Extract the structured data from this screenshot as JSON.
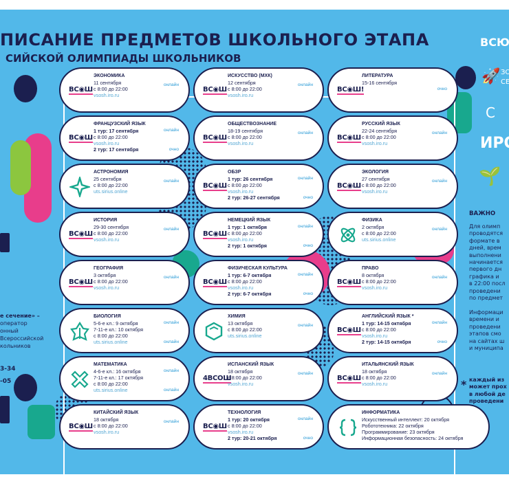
{
  "header": {
    "title": "ПИСАНИЕ ПРЕДМЕТОВ ШКОЛЬНОГО ЭТАПА",
    "subtitle": "СИЙСКОЙ ОЛИМПИАДЫ ШКОЛЬНИКОВ"
  },
  "brand": {
    "top": "ВСЮ",
    "mid1": "ЗО",
    "mid2": "СЕ",
    "sirius": "С",
    "iro": "ИРО"
  },
  "important": {
    "heading": "ВАЖНО",
    "lines": [
      "Для олимп",
      "проводятся",
      "формате в",
      "дней, врем",
      "выполнени",
      "начинается",
      "первого дн",
      "графика и",
      "в 22:00 посл",
      "проведени",
      "по предмет",
      "",
      "Информаци",
      "времени и",
      "проведени",
      "этапов смо",
      "на сайтах ш",
      "и муниципа"
    ],
    "star": "*",
    "note": [
      "каждый из",
      "может прох",
      "в любой де",
      "проведени"
    ]
  },
  "left_info": {
    "lines": [
      "е сечение» –",
      "оператор",
      "онный",
      "Всероссийской",
      "кольников"
    ],
    "phone1": "3-34",
    "phone2": "-05"
  },
  "colors": {
    "navy": "#1b1f4f",
    "pink": "#e83d8b",
    "blue": "#52b8e9",
    "link": "#2b9bd6",
    "green": "#18a88e"
  },
  "cards": [
    {
      "subject": "ЭКОНОМИКА",
      "lines": [
        "11 сентября",
        "с 8:00 до 22:00",
        "vsosh.iro.ru"
      ],
      "formats": [
        "онлайн"
      ],
      "logo": "ВС◉Ш",
      "icon": "vsosh-logo"
    },
    {
      "subject": "ИСКУССТВО (МХК)",
      "lines": [
        "12 сентября",
        "с 8:00 до 22:00",
        "vsosh.iro.ru"
      ],
      "formats": [
        "онлайн"
      ],
      "logo": "ВС◉Ш",
      "icon": "vsosh-logo"
    },
    {
      "subject": "ЛИТЕРАТУРА",
      "lines": [
        "15-16 сентября"
      ],
      "formats": [
        "очно"
      ],
      "logo": "ВС◉Ш!",
      "icon": "vsosh-logo"
    },
    {
      "subject": "ФРАНЦУЗСКИЙ ЯЗЫК",
      "lines": [
        "1 тур: 17 сентября",
        "с 8:00 до 22:00",
        "vsosh.iro.ru",
        "2 тур: 17 сентября"
      ],
      "formats": [
        "онлайн",
        "очно"
      ],
      "logo": "ВС◉Ш",
      "icon": "vsosh-logo"
    },
    {
      "subject": "ОБЩЕСТВОЗНАНИЕ",
      "lines": [
        "18-19 сентября",
        "с 8:00 до 22:00",
        "vsosh.iro.ru"
      ],
      "formats": [
        "онлайн"
      ],
      "logo": "ВС◉Ш",
      "icon": "vsosh-logo"
    },
    {
      "subject": "РУССКИЙ ЯЗЫК",
      "lines": [
        "22-24 сентября",
        "с 8:00 до 22:00",
        "vsosh.iro.ru"
      ],
      "formats": [
        "онлайн"
      ],
      "logo": "ВС◉Ш",
      "icon": "vsosh-logo"
    },
    {
      "subject": "АСТРОНОМИЯ",
      "lines": [
        "25 сентября",
        "с 8:00 до 22:00",
        "uts.sirius.online"
      ],
      "formats": [
        "онлайн"
      ],
      "logo": "",
      "icon": "astronomy-star-icon"
    },
    {
      "subject": "ОБЗР",
      "lines": [
        "1 тур: 26 сентября",
        "с 8:00 до 22:00",
        "vsosh.iro.ru",
        "2 тур: 26-27 сентября"
      ],
      "formats": [
        "онлайн",
        "очно"
      ],
      "logo": "ВС◉Ш",
      "icon": "vsosh-logo"
    },
    {
      "subject": "ЭКОЛОГИЯ",
      "lines": [
        "27 сентября",
        "с 8:00 до 22:00",
        "vsosh.iro.ru"
      ],
      "formats": [
        "онлайн"
      ],
      "logo": "ВС◉Ш",
      "icon": "vsosh-logo"
    },
    {
      "subject": "ИСТОРИЯ",
      "lines": [
        "29-30 сентября",
        "с 8:00 до 22:00",
        "vsosh.iro.ru"
      ],
      "formats": [
        "онлайн"
      ],
      "logo": "ВС◉Ш",
      "icon": "vsosh-logo"
    },
    {
      "subject": "НЕМЕЦКИЙ ЯЗЫК",
      "lines": [
        "1 тур: 1 октября",
        "с 8:00 до 22:00",
        "vsosh.iro.ru",
        "2 тур: 1 октября"
      ],
      "formats": [
        "онлайн",
        "очно"
      ],
      "logo": "ВС◉Ш",
      "icon": "vsosh-logo"
    },
    {
      "subject": "ФИЗИКА",
      "lines": [
        "2 октября",
        "с 8:00 до 22:00",
        "uts.sirius.online"
      ],
      "formats": [
        "онлайн"
      ],
      "logo": "",
      "icon": "physics-atom-icon"
    },
    {
      "subject": "ГЕОГРАФИЯ",
      "lines": [
        "3 октября",
        "с 8:00 до 22:00",
        "vsosh.iro.ru"
      ],
      "formats": [
        "онлайн"
      ],
      "logo": "ВС◉Ш",
      "icon": "vsosh-logo"
    },
    {
      "subject": "ФИЗИЧЕСКАЯ КУЛЬТУРА",
      "lines": [
        "1 тур: 6-7 октября",
        "с 8:00 до 22:00",
        "vsosh.iro.ru",
        "2 тур: 6-7 октября"
      ],
      "formats": [
        "онлайн",
        "очно"
      ],
      "logo": "ВС◉Ш",
      "icon": "vsosh-logo"
    },
    {
      "subject": "ПРАВО",
      "lines": [
        "8 октября",
        "с 8:00 до 22:00",
        "vsosh.iro.ru"
      ],
      "formats": [
        "онлайн"
      ],
      "logo": "ВС◉Ш",
      "icon": "vsosh-logo"
    },
    {
      "subject": "БИОЛОГИЯ",
      "lines": [
        "5-6-е кл.: 9 октября",
        "7-11-е кл.: 10 октября",
        "с 8:00 до 22:00",
        "uts.sirius.online"
      ],
      "formats": [
        "онлайн",
        "онлайн"
      ],
      "logo": "",
      "icon": "biology-leaf-icon"
    },
    {
      "subject": "ХИМИЯ",
      "lines": [
        "13 октября",
        "с 8:00 до 22:00",
        "uts.sirius.online"
      ],
      "formats": [
        "онлайн"
      ],
      "logo": "",
      "icon": "chemistry-hexagon-icon"
    },
    {
      "subject": "АНГЛИЙСКИЙ ЯЗЫК *",
      "lines": [
        "1 тур: 14-15 октября",
        "с 8:00 до 22:00",
        "vsosh.iro.ru",
        "2 тур: 14-15 октября"
      ],
      "formats": [
        "онлайн",
        "очно"
      ],
      "logo": "ВС◉Ш",
      "icon": "vsosh-logo"
    },
    {
      "subject": "МАТЕМАТИКА",
      "lines": [
        "4-6-е кл.: 16 октября",
        "7-11-е кл.: 17 октября",
        "с 8:00 до 22:00",
        "uts.sirius.online"
      ],
      "formats": [
        "онлайн",
        "онлайн"
      ],
      "logo": "",
      "icon": "math-cross-icon"
    },
    {
      "subject": "ИСПАНСКИЙ ЯЗЫК",
      "lines": [
        "18 октября",
        "с 8:00 до 22:00",
        "vsosh.iro.ru"
      ],
      "formats": [
        "онлайн"
      ],
      "logo": "4ВСОШ",
      "icon": "vsosh-logo"
    },
    {
      "subject": "ИТАЛЬЯНСКИЙ ЯЗЫК",
      "lines": [
        "18 октября",
        "с 8:00 до 22:00",
        "vsosh.iro.ru"
      ],
      "formats": [
        "онлайн"
      ],
      "logo": "ВС◉Ш",
      "icon": "vsosh-logo"
    },
    {
      "subject": "КИТАЙСКИЙ ЯЗЫК",
      "lines": [
        "18 октября",
        "с 8:00 до 22:00",
        "vsosh.iro.ru"
      ],
      "formats": [
        "онлайн"
      ],
      "logo": "ВС◉Ш",
      "icon": "vsosh-logo"
    },
    {
      "subject": "ТЕХНОЛОГИЯ",
      "lines": [
        "1 тур: 20 октября",
        "с 8:00 до 22:00",
        "vsosh.iro.ru",
        "2 тур: 20-21 октября"
      ],
      "formats": [
        "онлайн",
        "очно"
      ],
      "logo": "ВС◉Ш",
      "icon": "vsosh-logo"
    },
    {
      "subject": "ИНФОРМАТИКА",
      "lines": [
        "Искусственный интеллект: 20 октября",
        "Робототехника: 22 октября",
        "Программирование: 23 октября",
        "Информационная безопасность: 24 октября"
      ],
      "formats": [],
      "logo": "",
      "icon": "informatics-braces-icon"
    }
  ]
}
